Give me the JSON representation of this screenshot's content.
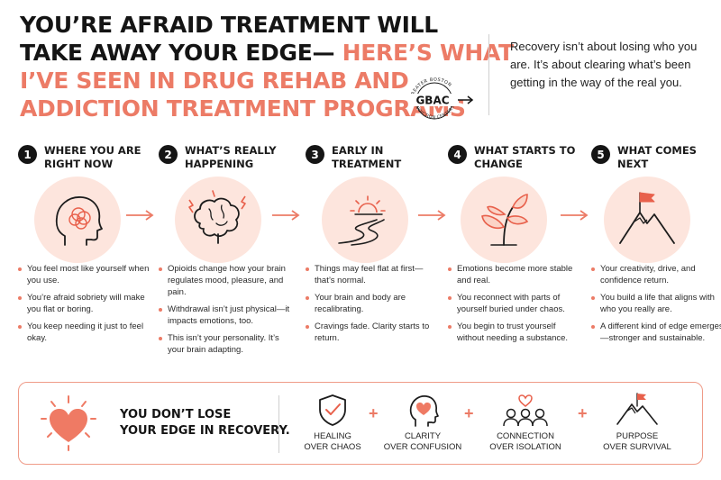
{
  "title": {
    "line1": "YOU’RE AFRAID TREATMENT WILL",
    "line2_dark": "TAKE AWAY YOUR EDGE— ",
    "line2_accent": "HERE’S WHAT",
    "line3": "I’VE SEEN IN DRUG REHAB AND",
    "line4": "ADDICTION TREATMENT PROGRAMS"
  },
  "logo": {
    "text": "GBAC",
    "ring_top": "GREATER BOSTON",
    "ring_bottom": "ADDICTION CENTERS"
  },
  "intro": "Recovery isn’t about losing who you are. It’s about clearing what’s been getting in the way of the real you.",
  "steps": [
    {
      "number": "1",
      "title": "Where you are right now",
      "icon": "head-tangled-mind-icon",
      "bullets": [
        "You feel most like yourself when you use.",
        "You’re afraid sobriety will make you flat or boring.",
        "You keep needing it just to feel okay."
      ]
    },
    {
      "number": "2",
      "title": "What’s really happening",
      "icon": "brain-icon",
      "bullets": [
        "Opioids change how your brain regulates mood, pleasure, and pain.",
        "Withdrawal isn’t just physical—it impacts emotions, too.",
        "This isn’t your personality. It’s your brain adapting."
      ]
    },
    {
      "number": "3",
      "title": "Early in treatment",
      "icon": "sunrise-path-icon",
      "bullets": [
        "Things may feel flat at first—that’s normal.",
        "Your brain and body are recalibrating.",
        "Cravings fade. Clarity starts to return."
      ]
    },
    {
      "number": "4",
      "title": "What starts to change",
      "icon": "sprout-icon",
      "bullets": [
        "Emotions become more stable and real.",
        "You reconnect with parts of yourself buried under chaos.",
        "You begin to trust yourself without needing a substance."
      ]
    },
    {
      "number": "5",
      "title": "What comes next",
      "icon": "mountain-flag-icon",
      "bullets": [
        "Your creativity, drive, and confidence return.",
        "You build a life that aligns with who you really are.",
        "A different kind of edge emerges—stronger and sustainable."
      ]
    }
  ],
  "bottom": {
    "tagline_line1": "YOU DON’T LOSE",
    "tagline_line2": "YOUR EDGE IN RECOVERY.",
    "pillars": [
      {
        "line1": "Healing",
        "line2": "over chaos",
        "icon": "shield-check-icon"
      },
      {
        "line1": "Clarity",
        "line2": "over confusion",
        "icon": "head-heart-icon"
      },
      {
        "line1": "Connection",
        "line2": "over isolation",
        "icon": "people-heart-icon"
      },
      {
        "line1": "Purpose",
        "line2": "over survival",
        "icon": "mountain-flag-icon"
      }
    ],
    "plus_sign": "+"
  },
  "colors": {
    "accent": "#ec7b66",
    "circle_bg": "#fde5dd",
    "text": "#1d1d1d"
  }
}
